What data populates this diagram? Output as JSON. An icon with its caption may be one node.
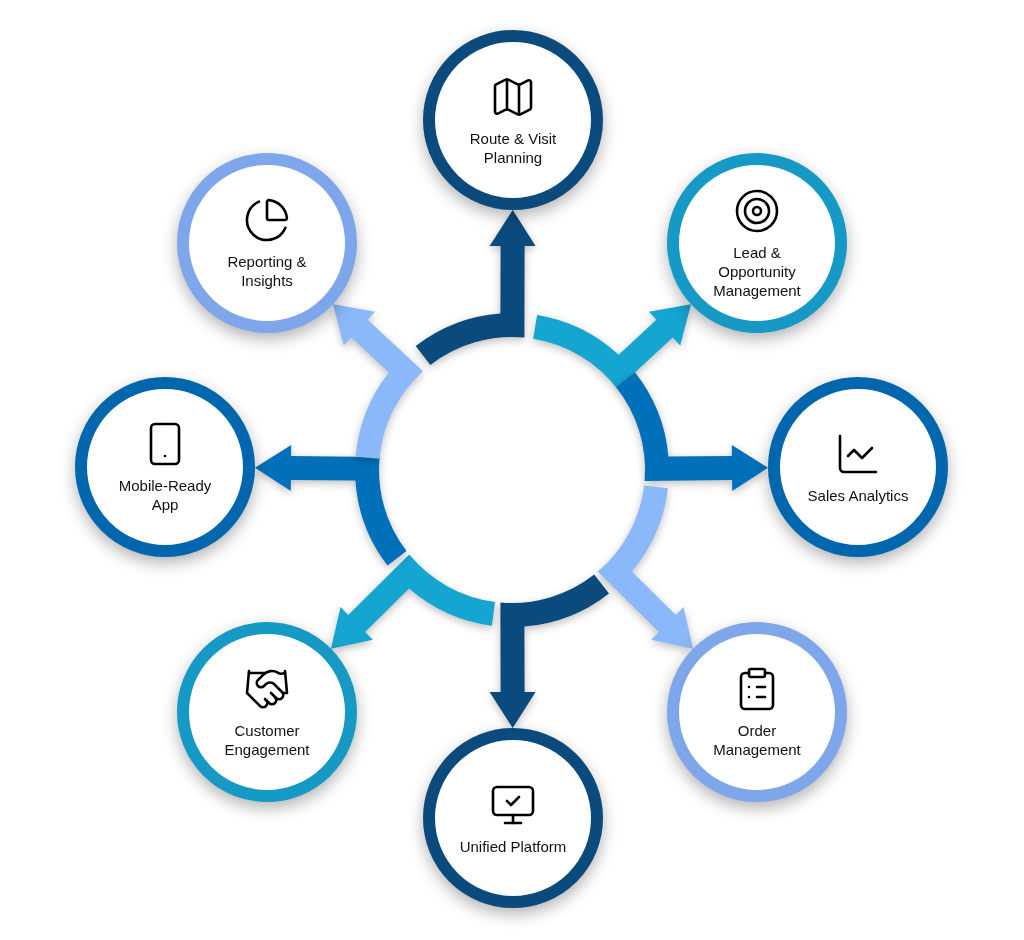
{
  "diagram": {
    "nodes": [
      {
        "text": [
          "Route & Visit Planning"
        ]
      },
      {
        "text": [
          "Lead & Opportunity Management"
        ]
      },
      {
        "text": [
          "Sales Analytics"
        ]
      },
      {
        "text": [
          "Order Management"
        ]
      },
      {
        "text": [
          "Unified Platform"
        ]
      },
      {
        "text": [
          "Customer Engagement"
        ]
      },
      {
        "text": [
          "Mobile-Ready App"
        ]
      },
      {
        "text": [
          "Reporting & Insights"
        ]
      }
    ],
    "edges": [
      {
        "from": null,
        "to": 0,
        "arrow": "to",
        "style": "thick",
        "color": "#0b4a7d"
      },
      {
        "from": null,
        "to": 1,
        "arrow": "to",
        "style": "thick",
        "color": "#14a5d0"
      },
      {
        "from": null,
        "to": 2,
        "arrow": "to",
        "style": "thick",
        "color": "#0070ba"
      },
      {
        "from": null,
        "to": 3,
        "arrow": "to",
        "style": "thick",
        "color": "#8ab8fb"
      },
      {
        "from": null,
        "to": 4,
        "arrow": "to",
        "style": "thick",
        "color": "#0b4a7d"
      },
      {
        "from": null,
        "to": 5,
        "arrow": "to",
        "style": "thick",
        "color": "#14a5d0"
      },
      {
        "from": null,
        "to": 6,
        "arrow": "to",
        "style": "thick",
        "color": "#0070ba"
      },
      {
        "from": null,
        "to": 7,
        "arrow": "to",
        "style": "thick",
        "color": "#8ab8fb"
      }
    ]
  }
}
